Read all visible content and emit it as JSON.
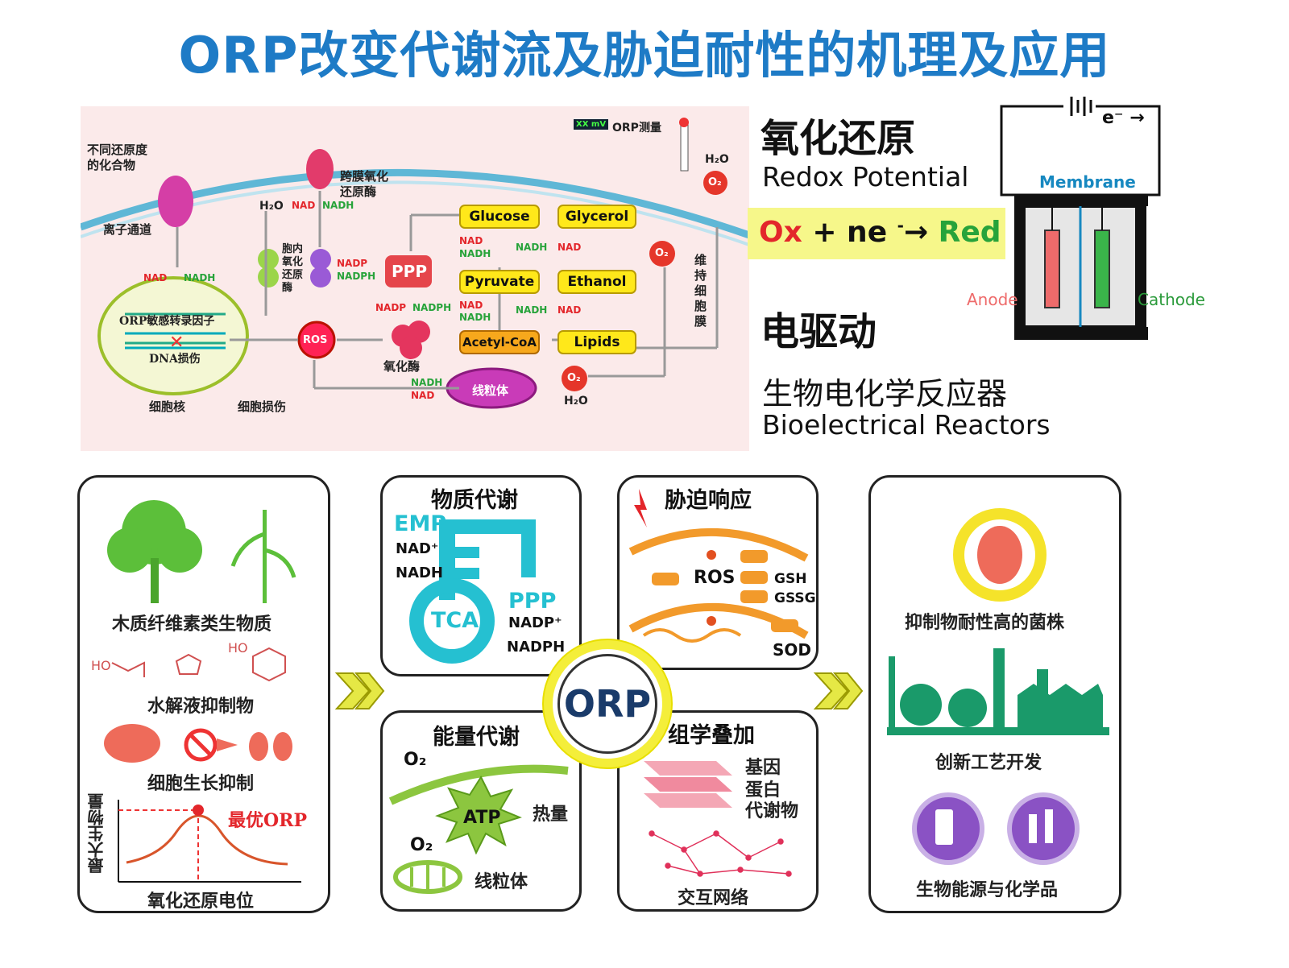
{
  "title": "ORP改变代谢流及胁迫耐性的机理及应用",
  "cell": {
    "compounds_label": "不同还原度\n的化合物",
    "ion_channel": "离子通道",
    "membrane_enzyme": "跨膜氧化\n还原酶",
    "intracellular_enzyme": "胞内\n氧化\n还原\n酶",
    "orp_tf": "ORP敏感转录因子",
    "dna_damage": "DNA损伤",
    "nucleus": "细胞核",
    "cell_damage": "细胞损伤",
    "oxidase": "氧化酶",
    "mitochondria": "线粒体",
    "maintain_membrane": "维\n持\n细\n胞\n膜",
    "orp_measure": "ORP测量",
    "meter": "XX mV",
    "h2o": "H₂O",
    "o2": "O₂",
    "ros": "ROS",
    "ppp": "PPP",
    "nad": "NAD",
    "nadh": "NADH",
    "nadp": "NADP",
    "nadph": "NADPH",
    "glucose": "Glucose",
    "glycerol": "Glycerol",
    "pyruvate": "Pyruvate",
    "ethanol": "Ethanol",
    "acetylcoa": "Acetyl-CoA",
    "lipids": "Lipids"
  },
  "redox": {
    "heading": "氧化还原",
    "subtitle": "Redox  Potential",
    "eq_ox": "Ox",
    "eq_mid": " + ne ",
    "eq_sup": "-",
    "eq_arrow": "→",
    "eq_red": "Red"
  },
  "electro": {
    "heading": "电驱动",
    "subtitle_cn": "生物电化学反应器",
    "subtitle_en": "Bioelectrical Reactors"
  },
  "reactor": {
    "electron": "e⁻ →",
    "membrane": "Membrane",
    "anode": "Anode",
    "cathode": "Cathode"
  },
  "left_panel": {
    "biomass": "木质纤维素类生物质",
    "inhibitors": "水解液抑制物",
    "growth": "细胞生长抑制",
    "ylabel": "最大生物量",
    "xlabel": "氧化还原电位",
    "optimal": "最优ORP",
    "ho1": "HO",
    "ho2": "HO"
  },
  "metab": {
    "title": "物质代谢",
    "emp": "EMP",
    "nadp_plus": "NAD⁺",
    "nadh": "NADH",
    "tca": "TCA",
    "ppp": "PPP",
    "nadpp": "NADP⁺",
    "nadph": "NADPH"
  },
  "stress": {
    "title": "胁迫响应",
    "ros": "ROS",
    "gsh": "GSH",
    "gssg": "GSSG",
    "sod": "SOD"
  },
  "energy": {
    "title": "能量代谢",
    "o2a": "O₂",
    "o2b": "O₂",
    "atp": "ATP",
    "heat": "热量",
    "mito": "线粒体"
  },
  "omics": {
    "title": "组学叠加",
    "gene": "基因",
    "protein": "蛋白",
    "metabolite": "代谢物",
    "network": "交互网络"
  },
  "center": {
    "orp": "ORP"
  },
  "right_panel": {
    "strain": "抑制物耐性高的菌株",
    "process": "创新工艺开发",
    "products": "生物能源与化学品"
  }
}
